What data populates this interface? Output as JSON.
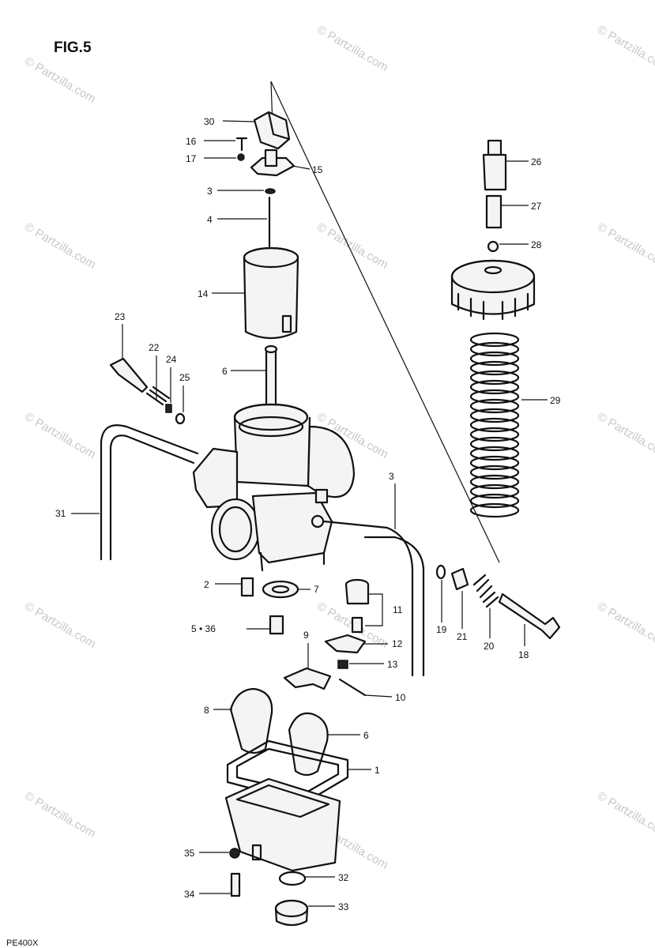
{
  "figure_title": "FIG.5",
  "model_code": "PE400X",
  "watermark_text": "© Partzilla.com",
  "ink_color": "#111111",
  "watermark_color": "#c8c8c8",
  "callouts": [
    "30",
    "16",
    "17",
    "15",
    "3",
    "4",
    "14",
    "26",
    "27",
    "28",
    "23",
    "22",
    "24",
    "25",
    "6",
    "29",
    "31",
    "3",
    "2",
    "7",
    "5 • 36",
    "11",
    "12",
    "13",
    "9",
    "10",
    "19",
    "21",
    "20",
    "18",
    "8",
    "6",
    "1",
    "35",
    "34",
    "32",
    "33"
  ]
}
